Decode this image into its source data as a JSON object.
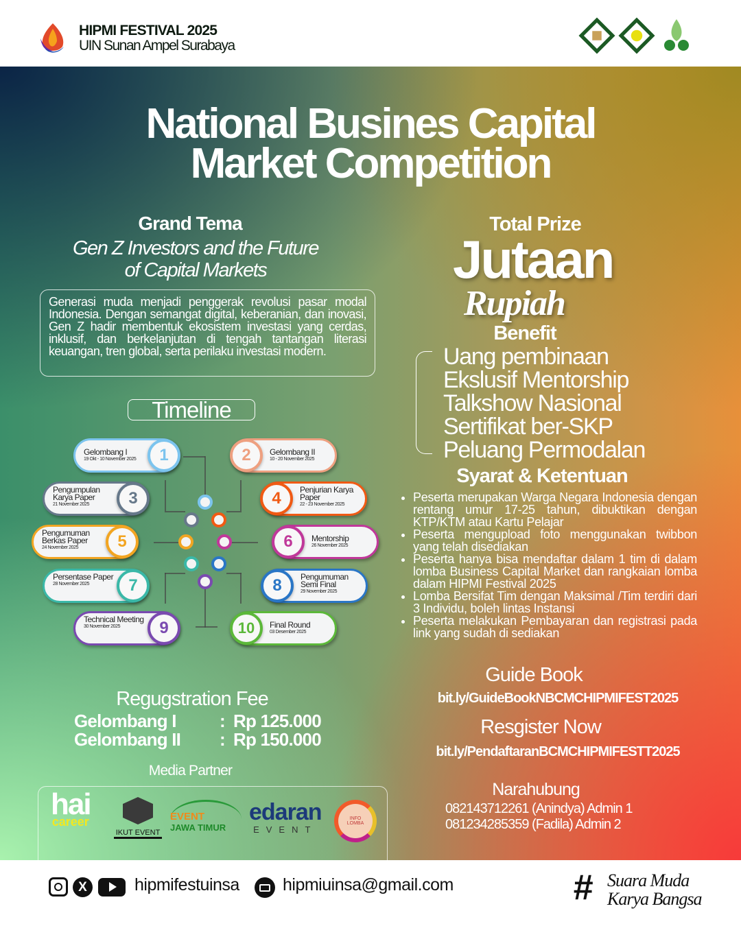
{
  "header": {
    "event": "HIPMI FESTIVAL 2025",
    "org": "UIN Sunan Ampel Surabaya",
    "logos": [
      "uin-logo",
      "hmj-logo",
      "lotus-logo"
    ]
  },
  "title": {
    "line1": "National Busines Capital",
    "line2": "Market  Competition"
  },
  "tema": {
    "heading": "Grand Tema",
    "subtitle1": "Gen Z Investors and the Future",
    "subtitle2": "of Capital Markets",
    "body": "Generasi muda menjadi penggerak revolusi pasar modal Indonesia. Dengan semangat digital, keberanian, dan inovasi, Gen Z hadir membentuk ekosistem investasi yang cerdas, inklusif, dan berkelanjutan di tengah tantangan literasi keuangan, tren global, serta perilaku investasi modern."
  },
  "prize": {
    "heading": "Total Prize",
    "big": "Jutaan",
    "script": "Rupiah"
  },
  "benefit": {
    "heading": "Benefit",
    "items": [
      "Uang pembinaan",
      "Ekslusif Mentorship",
      "Talkshow Nasional",
      "Sertifikat ber-SKP",
      "Peluang Permodalan"
    ]
  },
  "timeline": {
    "heading": "Timeline",
    "items": [
      {
        "num": "1",
        "label": "Gelombang I",
        "date": "19 Okt - 10 November 2025",
        "color": "#7cc4ee"
      },
      {
        "num": "2",
        "label": "Gelombang II",
        "date": "10 - 20 November 2025",
        "color": "#eea080"
      },
      {
        "num": "3",
        "label": "Pengumpulan Karya Paper",
        "date": "21 November 2025",
        "color": "#66788a"
      },
      {
        "num": "4",
        "label": "Penjurian Karya Paper",
        "date": "22 - 23 November 2025",
        "color": "#f05a14"
      },
      {
        "num": "5",
        "label": "Pengumuman Berkas Paper",
        "date": "24 November  2025",
        "color": "#f2a522"
      },
      {
        "num": "6",
        "label": "Mentorship",
        "date": "26 November 2025",
        "color": "#c0389a"
      },
      {
        "num": "7",
        "label": "Persentase Paper",
        "date": "28 November 2025",
        "color": "#3ab8a8"
      },
      {
        "num": "8",
        "label": "Pengumuman Semi Final",
        "date": "29 November 2025",
        "color": "#2a76c6"
      },
      {
        "num": "9",
        "label": "Technical Meeting",
        "date": "30 November 2025",
        "color": "#7a4ab0"
      },
      {
        "num": "10",
        "label": "Final Round",
        "date": "03 Desember  2025",
        "color": "#5cb83a"
      }
    ]
  },
  "syarat": {
    "heading": "Syarat & Ketentuan",
    "items": [
      "Peserta merupakan Warga Negara Indonesia dengan rentang umur 17-25 tahun, dibuktikan dengan KTP/KTM atau Kartu Pelajar",
      "Peserta mengupload foto menggunakan twibbon yang telah disediakan",
      "Peserta hanya bisa mendaftar dalam 1 tim di dalam lomba Business Capital Market dan rangkaian lomba dalam HIPMI Festival 2025",
      "Lomba Bersifat Tim dengan Maksimal /Tim terdiri dari 3 Individu, boleh lintas Instansi",
      "Peserta melakukan Pembayaran dan registrasi pada link yang sudah di sediakan"
    ]
  },
  "fee": {
    "heading": "Regugstration Fee",
    "rows": [
      {
        "label": "Gelombang I",
        "sep": ":",
        "price": "Rp 125.000"
      },
      {
        "label": "Gelombang II",
        "sep": ":",
        "price": "Rp 150.000"
      }
    ]
  },
  "guide": {
    "heading": "Guide Book",
    "link": "bit.ly/GuideBookNBCMCHIPMIFEST2025"
  },
  "register": {
    "heading": "Resgister Now",
    "link": "bit.ly/PendaftaranBCMCHIPMIFESTT2025"
  },
  "contact": {
    "heading": "Narahubung",
    "lines": [
      "082143712261 (Anindya) Admin 1",
      "081234285359 (Fadila) Admin 2"
    ]
  },
  "media": {
    "heading": "Media Partner",
    "partners": {
      "hai": "hai",
      "hai_sub": "career",
      "ikut": "IKUT EVENT",
      "ejt1": "EVENT",
      "ejt2": "JAWA TIMUR",
      "edaran": "edaran",
      "edaran_sub": "EVENT",
      "info": "INFO LOMBA"
    }
  },
  "footer": {
    "handle": "hipmifestuinsa",
    "email": "hipmiuinsa@gmail.com",
    "tag1": "Suara Muda",
    "tag2": "Karya Bangsa",
    "hash": "#"
  }
}
